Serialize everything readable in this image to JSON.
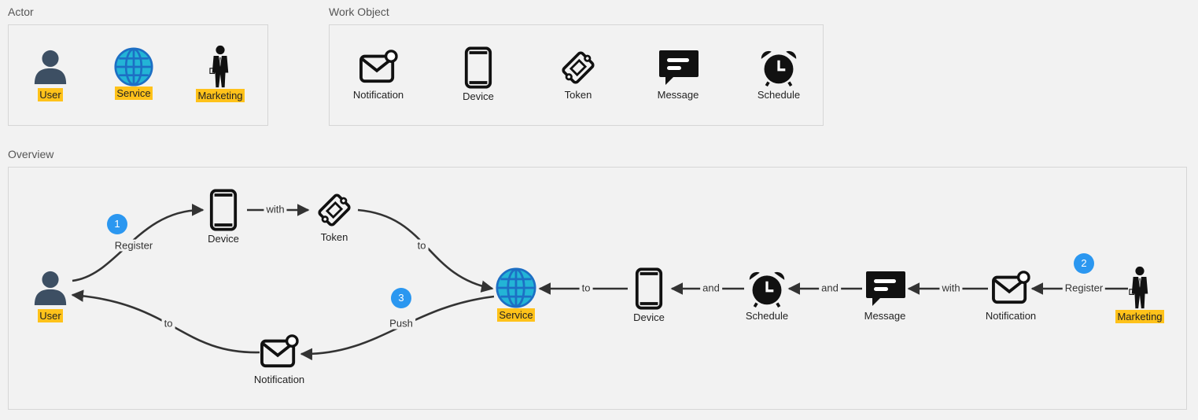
{
  "legend": {
    "actor": {
      "title": "Actor",
      "items": [
        {
          "label": "User",
          "icon": "person-icon"
        },
        {
          "label": "Service",
          "icon": "globe-icon"
        },
        {
          "label": "Marketing",
          "icon": "businessman-icon"
        }
      ]
    },
    "work_object": {
      "title": "Work Object",
      "items": [
        {
          "label": "Notification",
          "icon": "envelope-icon"
        },
        {
          "label": "Device",
          "icon": "smartphone-icon"
        },
        {
          "label": "Token",
          "icon": "token-icon"
        },
        {
          "label": "Message",
          "icon": "chat-bubble-icon"
        },
        {
          "label": "Schedule",
          "icon": "alarm-clock-icon"
        }
      ]
    }
  },
  "overview": {
    "title": "Overview",
    "nodes": {
      "user": "User",
      "device_top": "Device",
      "token": "Token",
      "service": "Service",
      "notification_bottom": "Notification",
      "device_right": "Device",
      "schedule": "Schedule",
      "message": "Message",
      "notification_right": "Notification",
      "marketing": "Marketing"
    },
    "edges": {
      "register_1": "Register",
      "with_1": "with",
      "to_1": "to",
      "push": "Push",
      "to_user": "to",
      "to_2": "to",
      "and_1": "and",
      "and_2": "and",
      "with_2": "with",
      "register_2": "Register"
    },
    "steps": {
      "s1": "1",
      "s2": "2",
      "s3": "3"
    }
  },
  "colors": {
    "actor_highlight": "#ffc21a",
    "step_badge": "#2b97f0",
    "person": "#3d4f63",
    "globe": "#23b4d6"
  }
}
